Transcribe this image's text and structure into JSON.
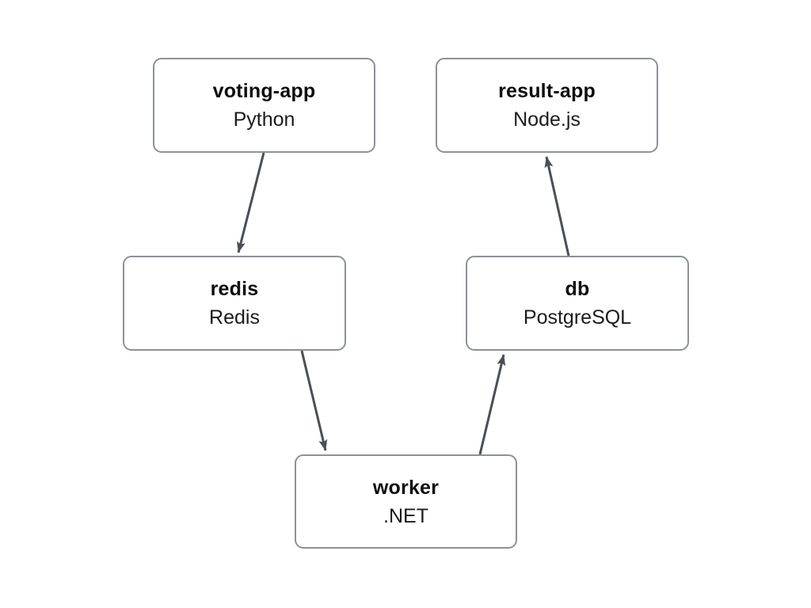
{
  "diagram": {
    "nodes": [
      {
        "id": "voting-app",
        "title": "voting-app",
        "subtitle": "Python"
      },
      {
        "id": "result-app",
        "title": "result-app",
        "subtitle": "Node.js"
      },
      {
        "id": "redis",
        "title": "redis",
        "subtitle": "Redis"
      },
      {
        "id": "db",
        "title": "db",
        "subtitle": "PostgreSQL"
      },
      {
        "id": "worker",
        "title": "worker",
        "subtitle": ".NET"
      }
    ],
    "edges": [
      {
        "from": "voting-app",
        "to": "redis"
      },
      {
        "from": "redis",
        "to": "worker"
      },
      {
        "from": "worker",
        "to": "db"
      },
      {
        "from": "db",
        "to": "result-app"
      }
    ],
    "colors": {
      "background": "#ffffff",
      "node_fill": "#ffffff",
      "node_border": "#8c9298",
      "edge": "#4a4f57",
      "title_text": "#0d0d0d",
      "subtitle_text": "#1c1c1c"
    }
  }
}
